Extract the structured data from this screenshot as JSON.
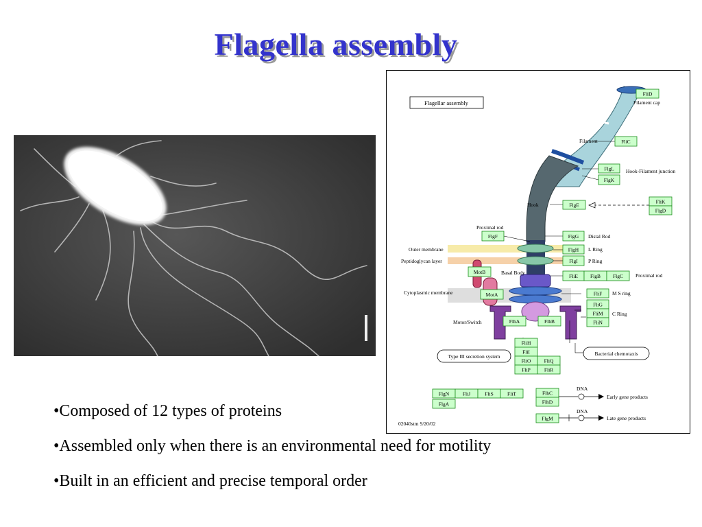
{
  "slide": {
    "title": "Flagella assembly",
    "bullets": [
      "•Composed of 12 types of proteins",
      "•Assembled only when there is an environmental need for motility",
      "•Built in an efficient and precise temporal order"
    ]
  },
  "diagram": {
    "title": "Flagellar assembly",
    "footer": "02040stm   9/20/02",
    "structure_labels": {
      "filament_cap": "Filament cap",
      "filament": "Filament",
      "hook_filament_junction": "Hook-Filament junction",
      "hook": "Hook",
      "proximal_rod_top": "Proximal rod",
      "distal_rod": "Distal Rod",
      "l_ring": "L Ring",
      "p_ring": "P Ring",
      "basal_body": "Basal Body",
      "proximal_rod_right": "Proximal rod",
      "ms_ring": "M S ring",
      "c_ring": "C Ring",
      "motor_switch": "Motor/Switch",
      "outer_membrane": "Outer membrane",
      "peptidoglycan_layer": "Peptidoglycan layer",
      "cytoplasmic_membrane": "Cytoplasmic membrane",
      "type3_system": "Type III secretion system",
      "chemotaxis": "Bacterial chemotaxis",
      "dna_early": "DNA",
      "dna_late": "DNA",
      "early_products": "Early gene products",
      "late_products": "Late gene products"
    },
    "proteins": {
      "FliD": "FliD",
      "FliC": "FliC",
      "FlgL": "FlgL",
      "FlgK": "FlgK",
      "FliK": "FliK",
      "FlgD": "FlgD",
      "FlgE": "FlgE",
      "FlgF": "FlgF",
      "FlgG": "FlgG",
      "FlgH": "FlgH",
      "FlgI": "FlgI",
      "FliE": "FliE",
      "FlgB": "FlgB",
      "FlgC": "FlgC",
      "MotB": "MotB",
      "MotA": "MotA",
      "FliF": "FliF",
      "FliG": "FliG",
      "FliM": "FliM",
      "FliN": "FliN",
      "FlhA": "FlhA",
      "FlhB": "FlhB",
      "FliH": "FliH",
      "FliI": "FliI",
      "FliO": "FliO",
      "FliQ": "FliQ",
      "FliP": "FliP",
      "FliR": "FliR",
      "FlgN": "FlgN",
      "FliJ": "FliJ",
      "FliS": "FliS",
      "FliT": "FliT",
      "FlgA": "FlgA",
      "FlhC": "FlhC",
      "FlhD": "FlhD",
      "FlgM": "FlgM"
    },
    "colors": {
      "gene_box_fill": "#ccffcc",
      "gene_box_stroke": "#1a8a1a",
      "filament": "#a9d4dc",
      "hook": "#4d5f66",
      "rings": "#88c8a8",
      "motor": "#7f3f9f"
    }
  }
}
